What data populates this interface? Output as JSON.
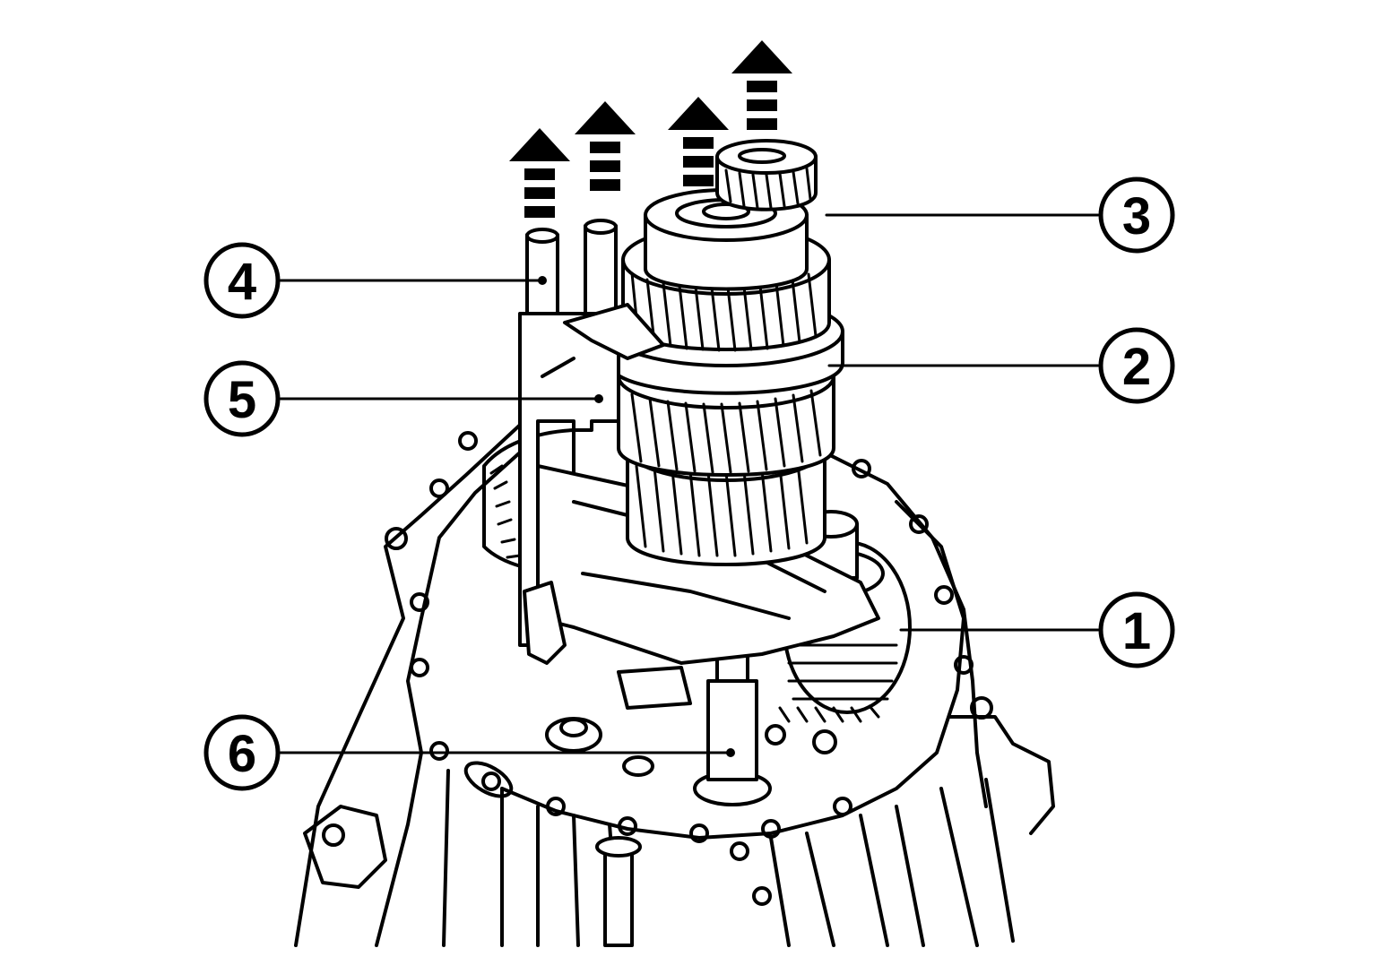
{
  "diagram": {
    "callouts": [
      {
        "id": "1",
        "label": "1"
      },
      {
        "id": "2",
        "label": "2"
      },
      {
        "id": "3",
        "label": "3"
      },
      {
        "id": "4",
        "label": "4"
      },
      {
        "id": "5",
        "label": "5"
      },
      {
        "id": "6",
        "label": "6"
      }
    ],
    "arrow_icon": "dashed-up-arrow",
    "line_color": "#000000",
    "background": "#ffffff"
  }
}
